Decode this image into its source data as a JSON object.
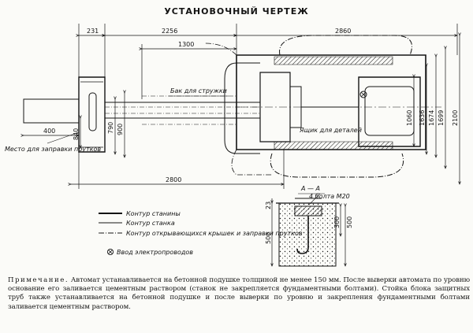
{
  "title": "УСТАНОВОЧНЫЙ ЧЕРТЕЖ",
  "plan": {
    "dims_top": [
      "231",
      "2256",
      "2860",
      "1300"
    ],
    "dim_bottom": "2800",
    "dims_right": [
      "1060",
      "1636",
      "1674",
      "1699",
      "2100"
    ],
    "dims_left": [
      "400",
      "840",
      "900",
      "790"
    ],
    "labels": {
      "tank": "Бак для стружки",
      "box": "Ящик для деталей",
      "bar_place": "Место для заправки прутков"
    }
  },
  "section": {
    "title": "А — А",
    "bolts": "4 болта М20",
    "dims": [
      "23",
      "500",
      "300",
      "500"
    ]
  },
  "legend": [
    {
      "style": "solid",
      "text": "Контур станины"
    },
    {
      "style": "thin",
      "text": "Контур станка"
    },
    {
      "style": "dashdot",
      "text": "Контур открывающихся крышек и заправки прутков"
    },
    {
      "style": "symbol",
      "text": "Ввод электропроводов"
    }
  ],
  "note": {
    "lead": "Примечание.",
    "text": "Автомат устанавливается на бетонной подушке толщиной не менее 150 мм. После выверки автомата по уровню основание его заливается цементным раствором (станок не закрепляется фундаментными болтами). Стойка блока защитных труб также устанавливается на бетонной подушке и после выверки по уровню и закрепления фундаментными болтами заливается цементным раствором."
  }
}
